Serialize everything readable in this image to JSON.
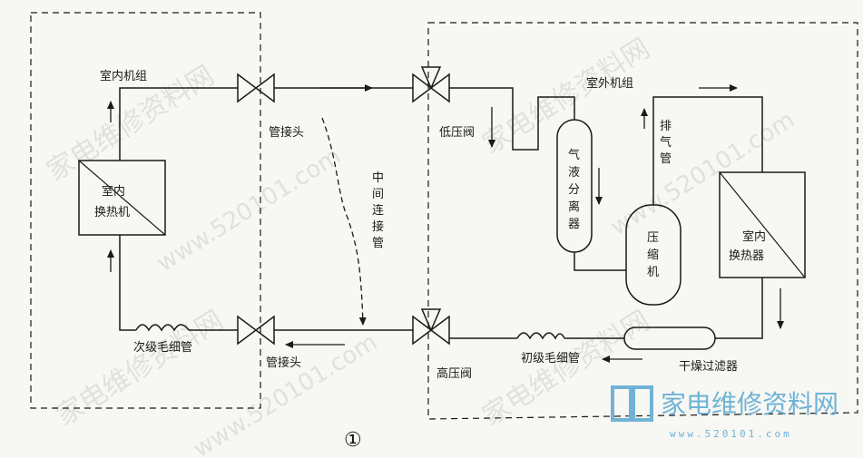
{
  "labels": {
    "indoor_unit": "室内机组",
    "indoor_hx_line1": "室内",
    "indoor_hx_line2": "换热机",
    "secondary_capillary": "次级毛细管",
    "pipe_joint_top": "管接头",
    "pipe_joint_bottom": "管接头",
    "middle_pipe": [
      "中",
      "间",
      "连",
      "接",
      "管"
    ],
    "low_pressure_valve": "低压阀",
    "high_pressure_valve": "高压阀",
    "outdoor_unit": "室外机组",
    "exhaust_pipe": [
      "排",
      "气",
      "管"
    ],
    "gas_liquid_separator": [
      "气",
      "液",
      "分",
      "离",
      "器"
    ],
    "compressor": [
      "压",
      "缩",
      "机"
    ],
    "outdoor_hx_line1": "室内",
    "outdoor_hx_line2": "换热器",
    "primary_capillary": "初级毛细管",
    "dry_filter": "干燥过滤器",
    "figure_number": "①"
  },
  "watermark": {
    "text": "家电维修资料网",
    "url": "www.520101.com",
    "logo_text": "家电维修资料网",
    "logo_url": "www.520101.com"
  },
  "colors": {
    "line": "#1a1a1a",
    "watermark": "#cfcfcf",
    "logo": "#6fb3d6"
  }
}
